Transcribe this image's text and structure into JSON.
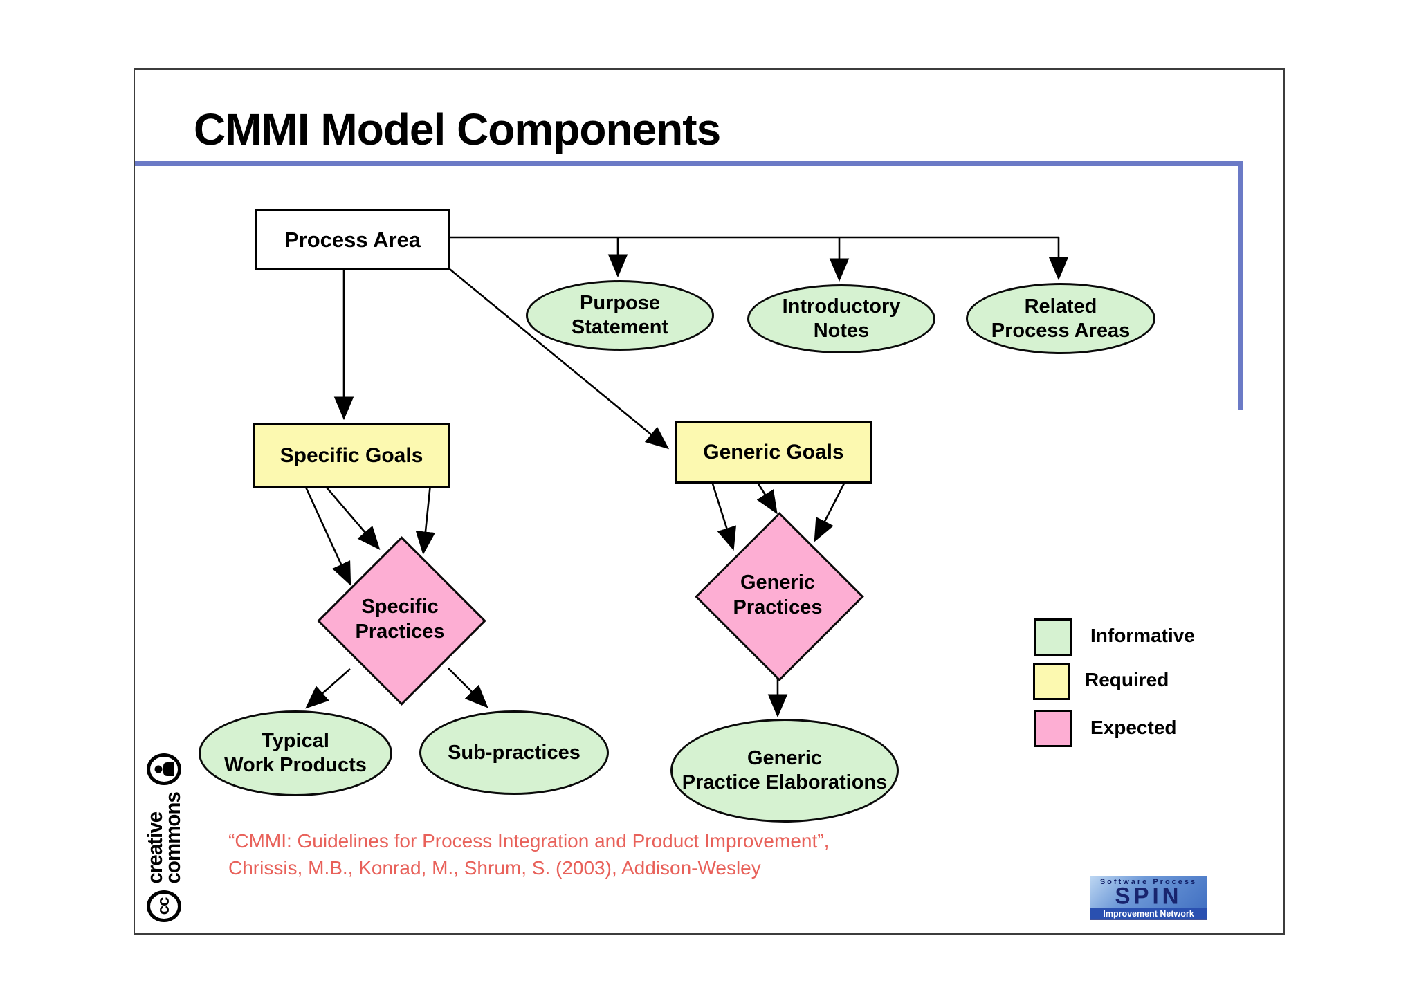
{
  "slide": {
    "title": "CMMI Model Components"
  },
  "nodes": {
    "process_area": {
      "label": "Process Area"
    },
    "purpose_statement": {
      "line1": "Purpose",
      "line2": "Statement"
    },
    "introductory_notes": {
      "line1": "Introductory",
      "line2": "Notes"
    },
    "related_process_areas": {
      "line1": "Related",
      "line2": "Process Areas"
    },
    "specific_goals": {
      "label": "Specific Goals"
    },
    "generic_goals": {
      "label": "Generic Goals"
    },
    "specific_practices": {
      "line1": "Specific",
      "line2": "Practices"
    },
    "generic_practices": {
      "line1": "Generic",
      "line2": "Practices"
    },
    "typical_work_products": {
      "line1": "Typical",
      "line2": "Work Products"
    },
    "sub_practices": {
      "label": "Sub-practices"
    },
    "generic_practice_elaborations": {
      "line1": "Generic",
      "line2": "Practice Elaborations"
    }
  },
  "legend": {
    "items": [
      {
        "label": "Informative",
        "color": "#d6f2d1"
      },
      {
        "label": "Required",
        "color": "#fcf9b0"
      },
      {
        "label": "Expected",
        "color": "#fdaed3"
      }
    ]
  },
  "citation": {
    "line1": "“CMMI: Guidelines for Process Integration and Product Improvement”,",
    "line2": "Chrissis, M.B., Konrad, M., Shrum, S. (2003), Addison-Wesley"
  },
  "cc_badge": {
    "cc_label": "cc",
    "word1": "creative",
    "word2": "commons"
  },
  "spin_logo": {
    "top_text": "Software Process",
    "name": "SPIN",
    "bottom_text": "Improvement Network"
  },
  "colors": {
    "informative_green": "#d6f2d1",
    "required_yellow": "#fcf9b0",
    "expected_pink": "#fdaed3",
    "rule_blue": "#6b7ac6",
    "citation_red": "#e8615a",
    "spin_navy": "#18246e"
  }
}
